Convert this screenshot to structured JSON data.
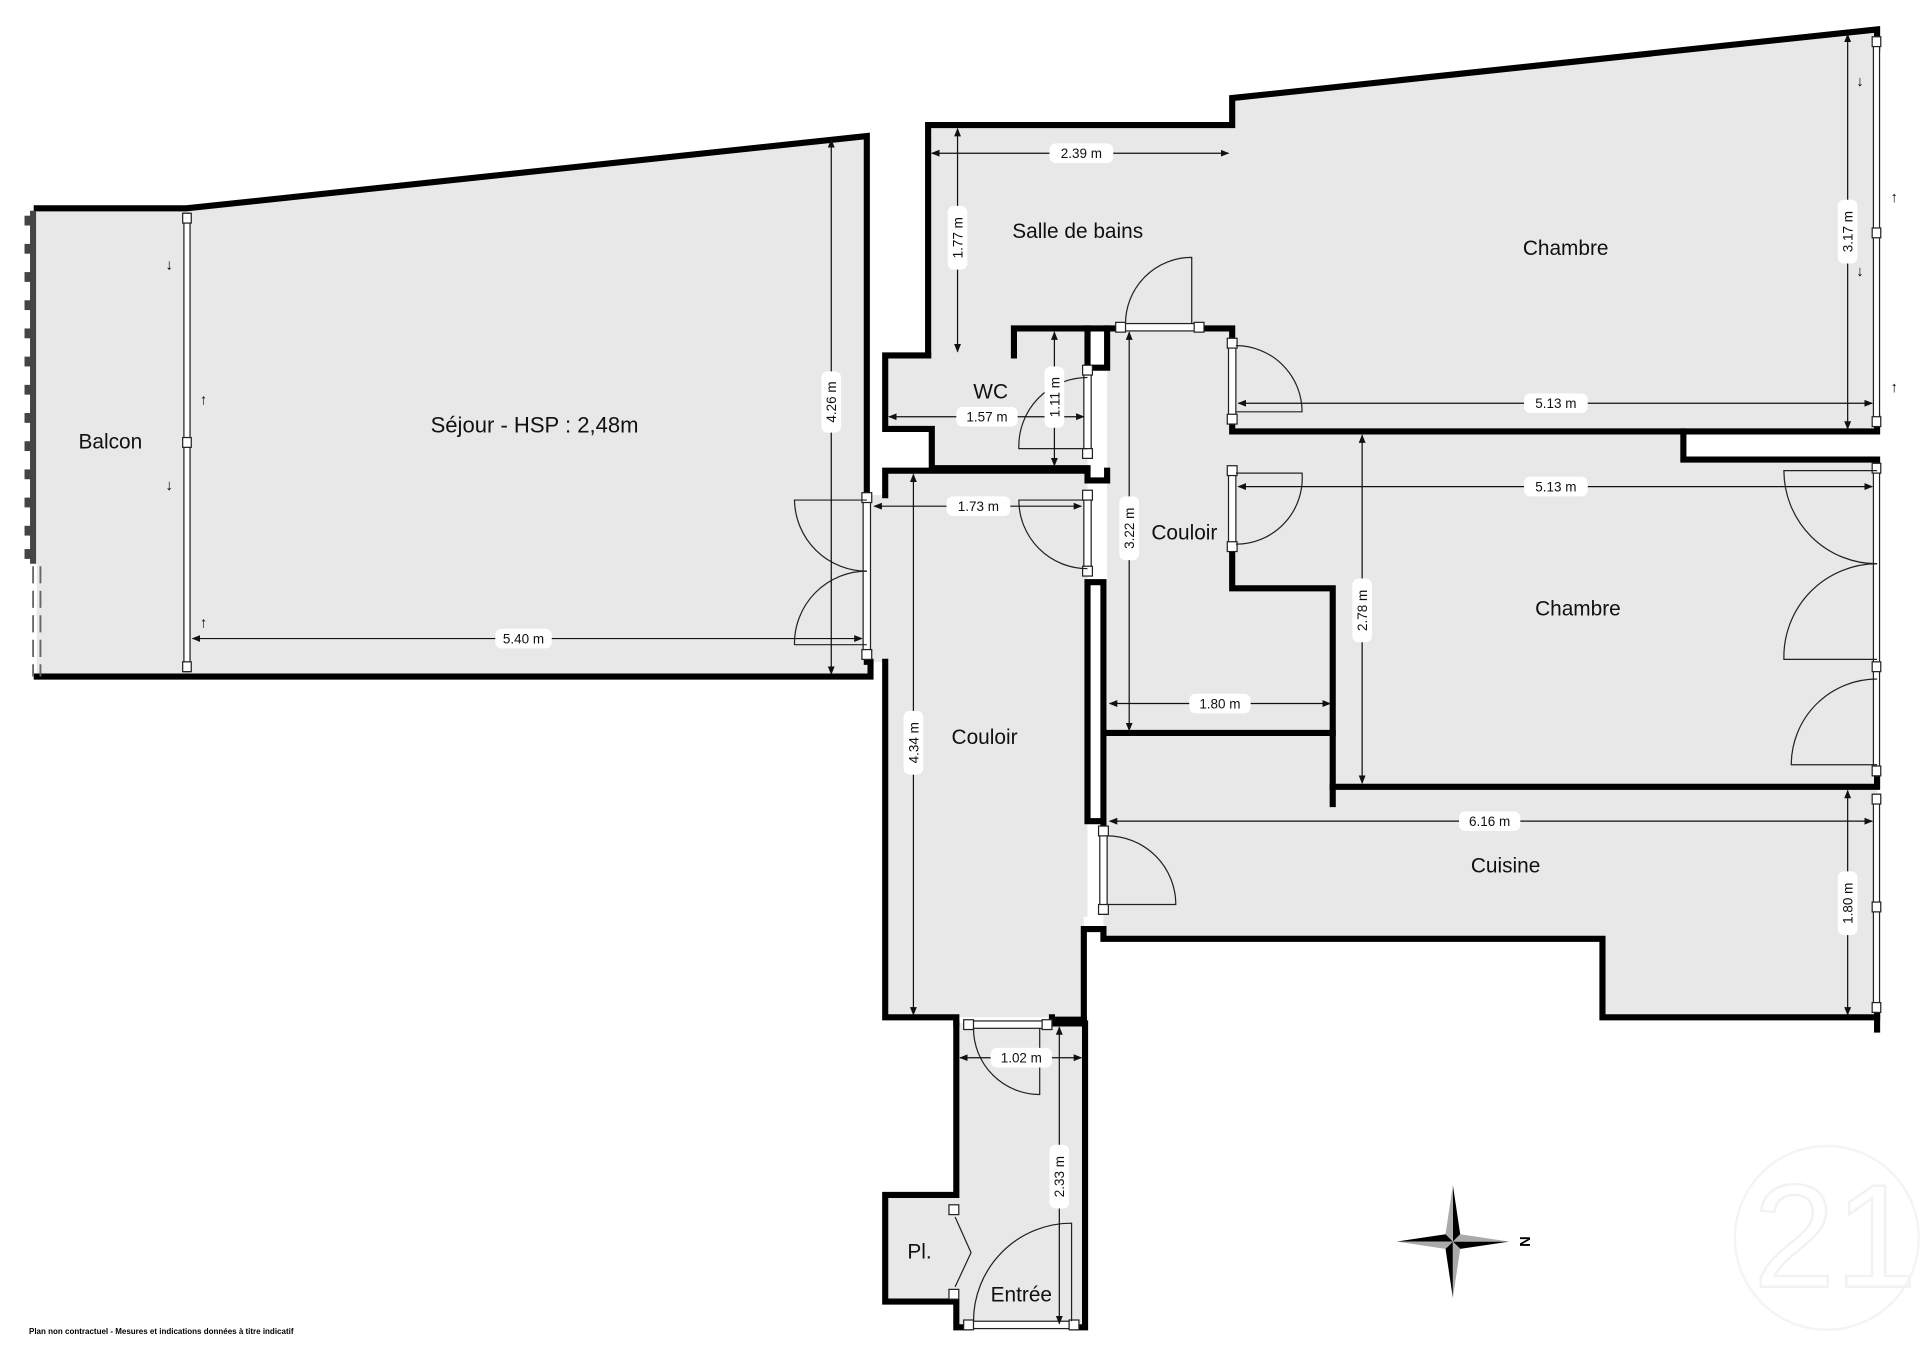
{
  "plan": {
    "rooms": {
      "balcon": "Balcon",
      "sejour": "Séjour - HSP : 2,48m",
      "salle_de_bains": "Salle de bains",
      "wc": "WC",
      "chambre_1": "Chambre",
      "chambre_2": "Chambre",
      "couloir_1": "Couloir",
      "couloir_2": "Couloir",
      "cuisine": "Cuisine",
      "placard": "Pl.",
      "entree": "Entrée"
    },
    "dimensions": {
      "sejour_width": "5.40 m",
      "sejour_height": "4.26 m",
      "bath_width": "2.39 m",
      "bath_height": "1.77 m",
      "wc_width": "1.57 m",
      "wc_height": "1.11 m",
      "chambre1_width": "5.13 m",
      "chambre1_height": "3.17 m",
      "chambre2_width": "5.13 m",
      "chambre2_height": "2.78 m",
      "couloir1_width": "1.80 m",
      "couloir1_height": "3.22 m",
      "couloir2_width": "1.73 m",
      "couloir2_height": "4.34 m",
      "cuisine_width": "6.16 m",
      "cuisine_height": "1.80 m",
      "entree_width": "1.02 m",
      "entree_height": "2.33 m"
    },
    "compass": {
      "north_label": "N"
    },
    "watermark": "21",
    "colors": {
      "floor": "#e8e8e8",
      "wall": "#000000",
      "background": "#ffffff"
    }
  },
  "footer": {
    "disclaimer": "Plan non contractuel - Mesures et indications données à titre indicatif"
  }
}
